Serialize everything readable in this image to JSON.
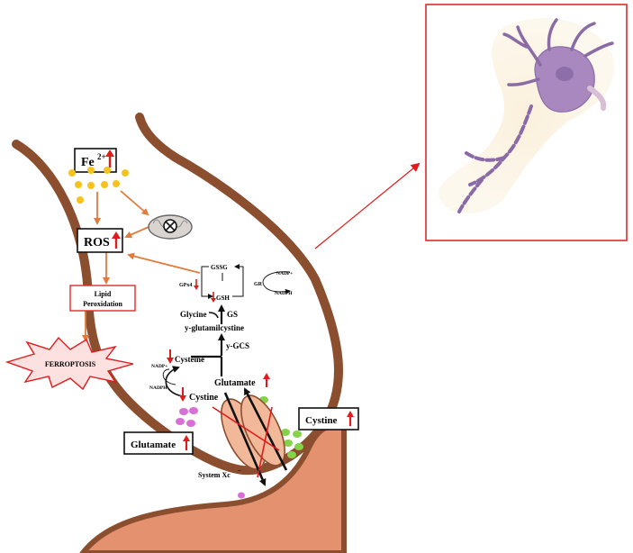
{
  "labels": {
    "fe": "Fe",
    "fe_sup": "2+",
    "ros": "ROS",
    "lipid_line1": "Lipid",
    "lipid_line2": "Peroxidation",
    "ferroptosis": "FERROPTOSIS",
    "gssg": "GSSG",
    "gsh": "GSH",
    "gpx4": "GPx4",
    "gr": "GR",
    "nadp_plus_gr": "NADP+",
    "nadph_gr": "NADPH",
    "glycine": "Glycine",
    "gs": "GS",
    "gamma_glutamylcystine": "y-glutamilcystine",
    "gamma_gcs": "y-GCS",
    "cysteine": "Cysteine",
    "nadp_plus_cys": "NADP+",
    "nadph_cys": "NADPH",
    "glutamate_in": "Glutamate",
    "cystine_in": "Cystine",
    "glutamate_out": "Glutamate",
    "cystine_out": "Cystine",
    "system_xc": "System Xc",
    "system_xc_sup": "−"
  },
  "colors": {
    "membrane": "#8b4e2f",
    "neuron_tissue": "#e3916f",
    "arrow_orange": "#e07b3c",
    "up_red": "#e01b1b",
    "iron_yellow": "#f6c31c",
    "glutamate_dot": "#d86fd6",
    "cystine_dot": "#86d24a",
    "transporter": "#f2b89a",
    "neuron_body": "#a888be",
    "neuron_glow": "#fbf4e6",
    "box_red": "#e02b2b"
  },
  "icons": [
    "mitochondrion-icon",
    "up-arrow-icon",
    "down-arrow-icon",
    "neuron-icon"
  ]
}
